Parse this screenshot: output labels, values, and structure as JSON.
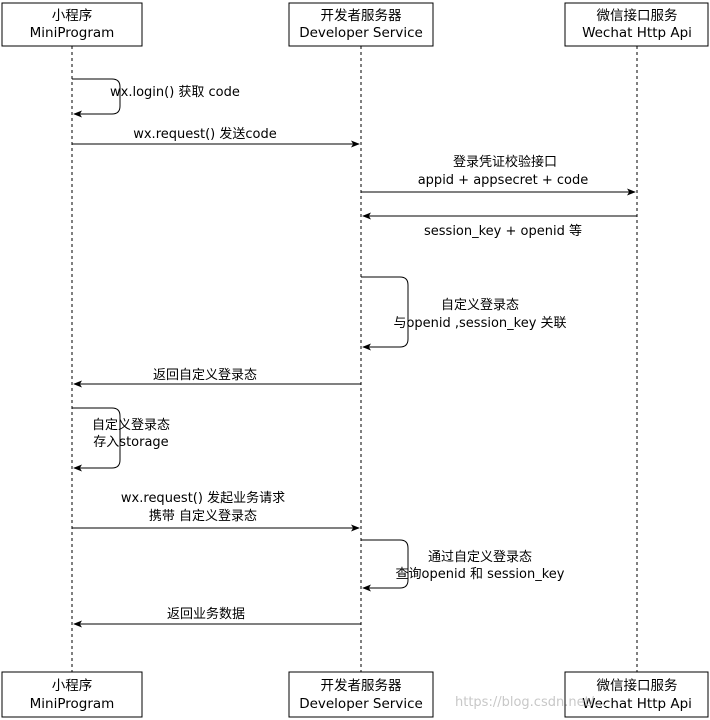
{
  "participants": [
    {
      "name": "小程序",
      "subtitle": "MiniProgram"
    },
    {
      "name": "开发者服务器",
      "subtitle": "Developer Service"
    },
    {
      "name": "微信接口服务",
      "subtitle": "Wechat Http Api"
    }
  ],
  "messages": {
    "m1": "wx.login() 获取 code",
    "m2": "wx.request() 发送code",
    "m3_line1": "登录凭证校验接口",
    "m3_line2": "appid + appsecret + code",
    "m4": "session_key + openid 等",
    "m5_line1": "自定义登录态",
    "m5_line2": "与openid ,session_key 关联",
    "m6": "返回自定义登录态",
    "m7_line1": "自定义登录态",
    "m7_line2": "存入storage",
    "m8_line1": "wx.request() 发起业务请求",
    "m8_line2": "携带 自定义登录态",
    "m9_line1": "通过自定义登录态",
    "m9_line2": "查询openid 和 session_key",
    "m10": "返回业务数据"
  },
  "watermark": "https://blog.csdn.net/..."
}
